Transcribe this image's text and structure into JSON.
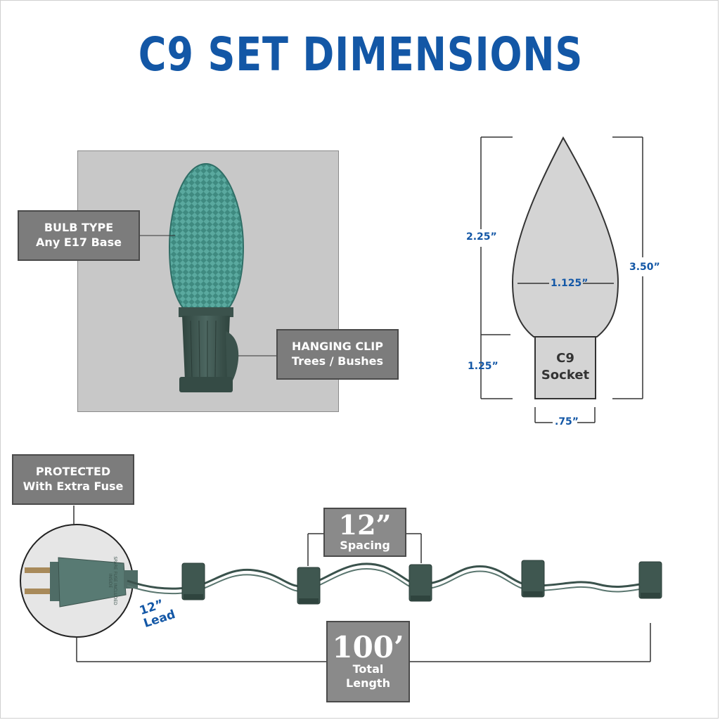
{
  "title": "C9 SET DIMENSIONS",
  "bulb_type": {
    "line1": "BULB TYPE",
    "line2": "Any E17 Base"
  },
  "hanging_clip": {
    "line1": "HANGING CLIP",
    "line2": "Trees / Bushes"
  },
  "protected": {
    "line1": "PROTECTED",
    "line2": "With Extra Fuse"
  },
  "spacing": {
    "value": "12”",
    "label": "Spacing"
  },
  "total": {
    "value": "100’",
    "line1": "Total",
    "line2": "Length"
  },
  "lead": {
    "value": "12”",
    "label": "Lead"
  },
  "plug_text": [
    "SPARE",
    "FUSE",
    "INCLUDED",
    "INSIDE"
  ],
  "bulb_diagram": {
    "bulb_height": "2.25”",
    "total_height": "3.50”",
    "width": "1.125”",
    "socket_height": "1.25”",
    "socket_width": ".75”",
    "socket_line1": "C9",
    "socket_line2": "Socket"
  },
  "colors": {
    "title_blue": "#1357a6",
    "label_gray": "#7c7c7c",
    "panel_gray": "#c8c8c8",
    "bulb_teal": "#4a9a90",
    "socket_green": "#3f5750"
  }
}
